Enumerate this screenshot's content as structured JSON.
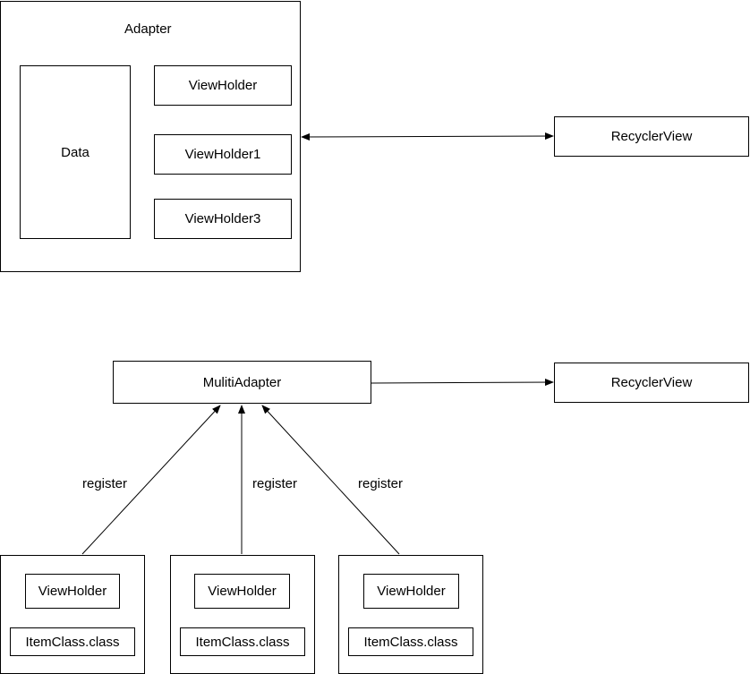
{
  "top": {
    "adapter_title": "Adapter",
    "data_label": "Data",
    "viewholders": [
      "ViewHolder",
      "ViewHolder1",
      "ViewHolder3"
    ],
    "recyclerview_label": "RecyclerView"
  },
  "bottom": {
    "multiadapter_label": "MulitiAdapter",
    "recyclerview_label": "RecyclerView",
    "edge_labels": [
      "register",
      "register",
      "register"
    ],
    "item_groups": [
      {
        "viewholder": "ViewHolder",
        "itemclass": "ItemClass.class"
      },
      {
        "viewholder": "ViewHolder",
        "itemclass": "ItemClass.class"
      },
      {
        "viewholder": "ViewHolder",
        "itemclass": "ItemClass.class"
      }
    ]
  },
  "colors": {
    "stroke": "#000000",
    "background": "#ffffff"
  }
}
